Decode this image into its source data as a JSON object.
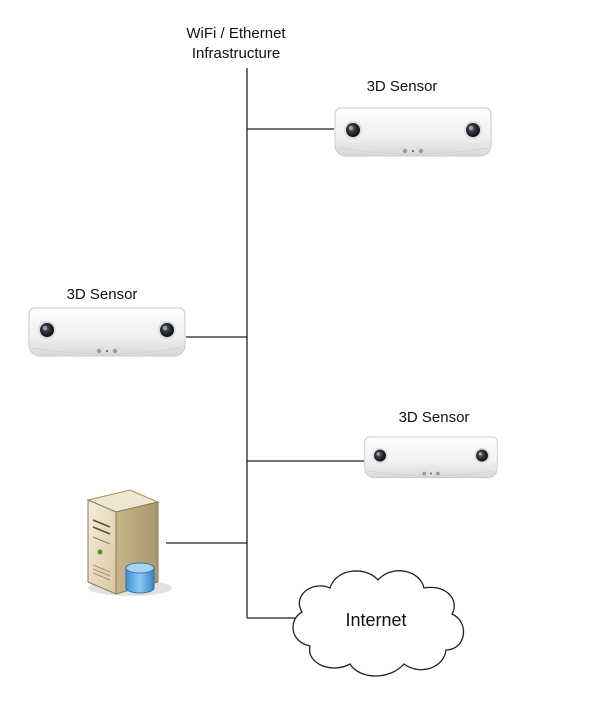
{
  "infrastructure": {
    "line1": "WiFi / Ethernet",
    "line2": "Infrastructure"
  },
  "sensors": [
    {
      "label": "3D Sensor"
    },
    {
      "label": "3D Sensor"
    },
    {
      "label": "3D Sensor"
    }
  ],
  "cloud": {
    "label": "Internet"
  },
  "icons": {
    "sensor": "3d-sensor-icon",
    "server": "server-database-icon",
    "cloud": "cloud-icon"
  },
  "colors": {
    "line": "#222222",
    "sensor_body": "#f4f4f4",
    "lens": "#2a2f36",
    "server_body": "#e8dcc0",
    "database": "#5aa8e0"
  }
}
